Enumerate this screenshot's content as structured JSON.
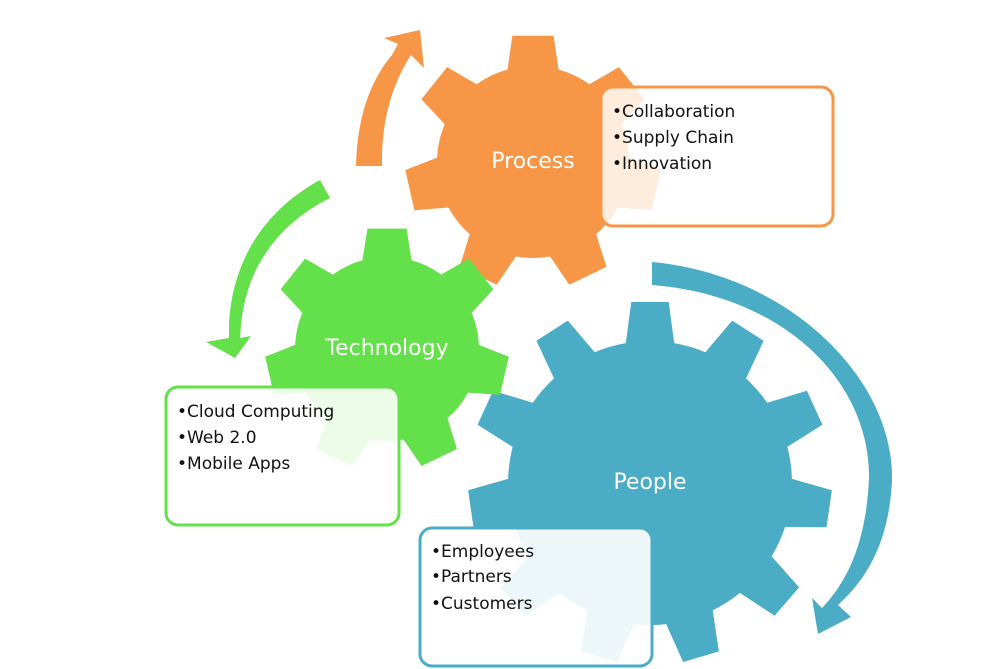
{
  "colors": {
    "process": "#F79646",
    "technology": "#63E04A",
    "people": "#4BACC6"
  },
  "gears": {
    "process": {
      "label": "Process"
    },
    "technology": {
      "label": "Technology"
    },
    "people": {
      "label": "People"
    }
  },
  "boxes": {
    "process": {
      "items": [
        "•Collaboration",
        "•Supply Chain",
        "•Innovation"
      ]
    },
    "technology": {
      "items": [
        "•Cloud Computing",
        "•Web 2.0",
        "•Mobile Apps"
      ]
    },
    "people": {
      "items": [
        "•Employees",
        "•Partners",
        "•Customers"
      ]
    }
  }
}
